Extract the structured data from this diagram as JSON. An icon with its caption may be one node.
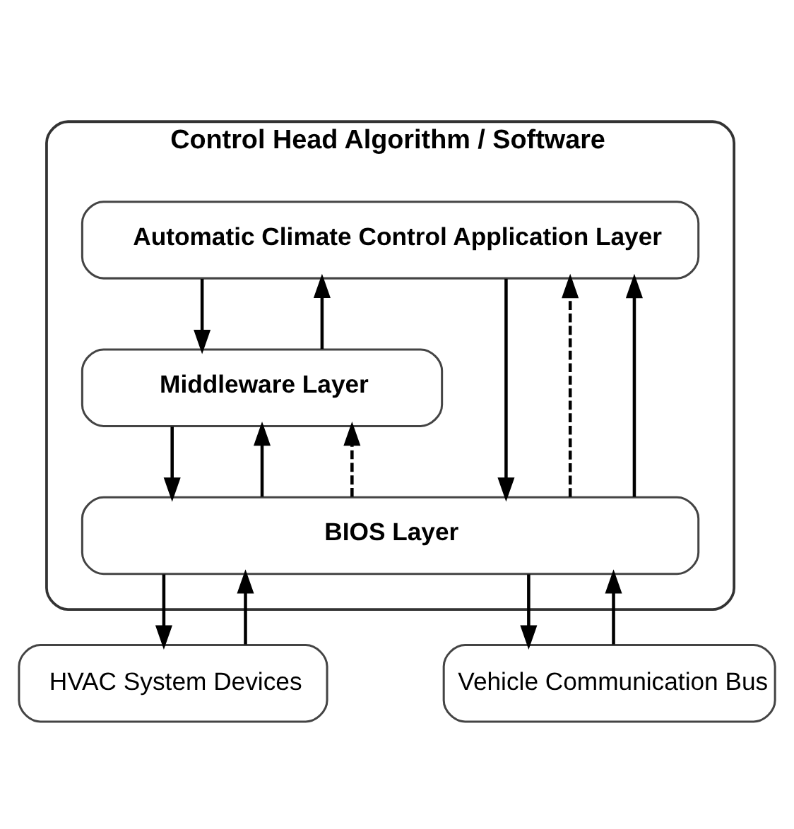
{
  "diagram": {
    "nodes": [
      {
        "text": [
          "Control Head Algorithm / Software"
        ]
      },
      {
        "text": [
          "Automatic Climate Control Application Layer"
        ],
        "in": 0
      },
      {
        "text": [
          "Middleware Layer"
        ],
        "in": 0
      },
      {
        "text": [
          "BIOS Layer"
        ],
        "in": 0
      },
      {
        "text": [
          "HVAC System Devices"
        ]
      },
      {
        "text": [
          "Vehicle Communication Bus"
        ]
      }
    ],
    "edges": [
      {
        "from": 1,
        "to": 2,
        "arrow": "to"
      },
      {
        "from": 2,
        "to": 1,
        "arrow": "to"
      },
      {
        "from": 2,
        "to": 3,
        "arrow": "to"
      },
      {
        "from": 3,
        "to": 2,
        "arrow": "to"
      },
      {
        "from": 3,
        "to": 2,
        "arrow": "to",
        "style": "dashed"
      },
      {
        "from": 3,
        "to": 1,
        "arrow": "to",
        "style": "dashed"
      },
      {
        "from": 1,
        "to": 3,
        "arrow": "to"
      },
      {
        "from": 3,
        "to": 1,
        "arrow": "to"
      },
      {
        "from": 3,
        "to": 4,
        "arrow": "to"
      },
      {
        "from": 4,
        "to": 3,
        "arrow": "to"
      },
      {
        "from": 3,
        "to": 5,
        "arrow": "to"
      },
      {
        "from": 5,
        "to": 3,
        "arrow": "to"
      }
    ]
  }
}
